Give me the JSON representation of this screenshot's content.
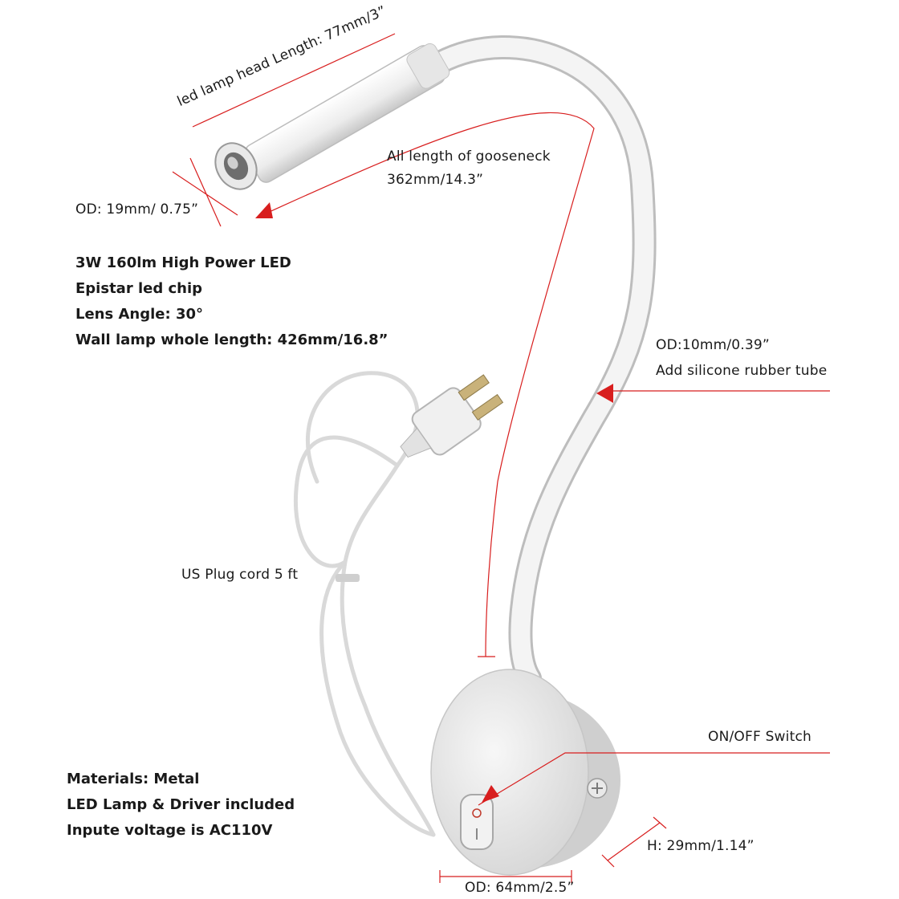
{
  "annotations": {
    "head_length": "led lamp head Length: 77mm/3”",
    "gooseneck_title": "All length of gooseneck",
    "gooseneck_value": "362mm/14.3”",
    "head_od": "OD: 19mm/ 0.75”",
    "tube_od": "OD:10mm/0.39”",
    "tube_note": "Add silicone rubber tube",
    "cord": "US Plug cord  5 ft",
    "switch": "ON/OFF Switch",
    "height": "H: 29mm/1.14”",
    "base_od": "OD: 64mm/2.5”"
  },
  "specs_top": [
    "3W 160lm High Power LED",
    "Epistar led chip",
    "Lens Angle: 30°",
    "Wall lamp whole length: 426mm/16.8”"
  ],
  "specs_bottom": [
    "Materials: Metal",
    "LED Lamp & Driver included",
    "Inpute voltage is AC110V"
  ],
  "colors": {
    "dimension_line": "#d81e1e",
    "lamp_body": "#f2f2f2",
    "lamp_shadow": "#c9c9c9",
    "text": "#1a1a1a"
  }
}
